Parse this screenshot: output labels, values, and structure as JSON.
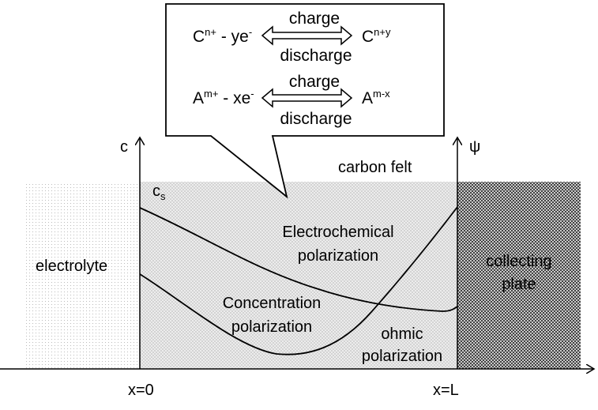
{
  "reactions": [
    {
      "left_base": "C",
      "left_sup": "n+",
      "left_minus": " - ye",
      "left_e_sup": "-",
      "arrow_top": "charge",
      "arrow_bottom": "discharge",
      "right_base": "C",
      "right_sup": "n+y"
    },
    {
      "left_base": "A",
      "left_sup": "m+",
      "left_minus": " - xe",
      "left_e_sup": "-",
      "arrow_top": "charge",
      "arrow_bottom": "discharge",
      "right_base": "A",
      "right_sup": "m-x"
    }
  ],
  "axes": {
    "left_label": "c",
    "right_label": "ψ",
    "x0_label": "x=0",
    "xL_label": "x=L"
  },
  "regions": {
    "electrolyte": "electrolyte",
    "carbon_felt": "carbon felt",
    "collecting_plate_line1": "collecting",
    "collecting_plate_line2": "plate"
  },
  "curve_labels": {
    "cs_base": "c",
    "cs_sub": "s",
    "electrochemical_1": "Electrochemical",
    "electrochemical_2": "polarization",
    "concentration_1": "Concentration",
    "concentration_2": "polarization",
    "ohmic_1": "ohmic",
    "ohmic_2": "polarization"
  }
}
